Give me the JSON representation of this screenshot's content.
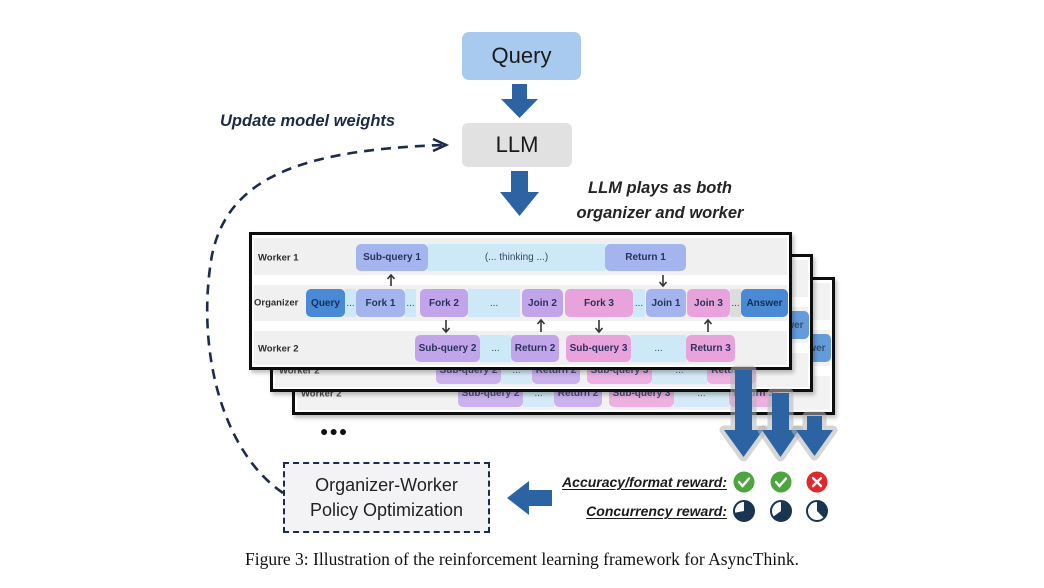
{
  "figure": {
    "query_label": "Query",
    "llm_label": "LLM",
    "update_note": "Update model weights",
    "plays_note_line1": "LLM plays as both",
    "plays_note_line2": "organizer and worker",
    "more_indicator": "●●●",
    "policy_box_line1": "Organizer-Worker",
    "policy_box_line2": "Policy Optimization",
    "caption": "Figure 3: Illustration of the reinforcement learning framework for AsyncThink."
  },
  "timeline": {
    "rows": [
      {
        "label": "Worker 1",
        "cells": [
          {
            "text": "Sub-query 1",
            "kind": "thread1"
          },
          {
            "text": "(... thinking ...)",
            "kind": "idle"
          },
          {
            "text": "Return 1",
            "kind": "thread1"
          }
        ]
      },
      {
        "label": "Organizer",
        "cells": [
          {
            "text": "Query",
            "kind": "io"
          },
          {
            "text": "...",
            "kind": "idle"
          },
          {
            "text": "Fork 1",
            "kind": "thread1"
          },
          {
            "text": "...",
            "kind": "idle"
          },
          {
            "text": "Fork 2",
            "kind": "thread2"
          },
          {
            "text": "...",
            "kind": "idle"
          },
          {
            "text": "Join 2",
            "kind": "thread2"
          },
          {
            "text": "Fork 3",
            "kind": "thread3"
          },
          {
            "text": "...",
            "kind": "idle"
          },
          {
            "text": "Join 1",
            "kind": "thread1"
          },
          {
            "text": "Join 3",
            "kind": "thread3"
          },
          {
            "text": "...",
            "kind": "idle_gray"
          },
          {
            "text": "Answer",
            "kind": "io"
          }
        ]
      },
      {
        "label": "Worker 2",
        "cells": [
          {
            "text": "Sub-query 2",
            "kind": "thread2"
          },
          {
            "text": "...",
            "kind": "idle"
          },
          {
            "text": "Return 2",
            "kind": "thread2"
          },
          {
            "text": "Sub-query 3",
            "kind": "thread3"
          },
          {
            "text": "...",
            "kind": "idle"
          },
          {
            "text": "Return 3",
            "kind": "thread3"
          }
        ]
      }
    ],
    "links": [
      {
        "from": "Fork 1",
        "to": "Sub-query 1",
        "worker": 1,
        "direction": "up"
      },
      {
        "from": "Fork 2",
        "to": "Sub-query 2",
        "worker": 2,
        "direction": "down"
      },
      {
        "from": "Return 2",
        "to": "Join 2",
        "worker": 2,
        "direction": "up"
      },
      {
        "from": "Fork 3",
        "to": "Sub-query 3",
        "worker": 2,
        "direction": "down"
      },
      {
        "from": "Return 1",
        "to": "Join 1",
        "worker": 1,
        "direction": "down"
      },
      {
        "from": "Return 3",
        "to": "Join 3",
        "worker": 2,
        "direction": "up"
      }
    ],
    "rollouts_shown": 3
  },
  "rewards": {
    "accuracy_label": "Accuracy/format reward:",
    "concurrency_label": "Concurrency reward:",
    "accuracy": [
      "correct",
      "correct",
      "incorrect"
    ],
    "concurrency": [
      0.72,
      0.65,
      0.375
    ]
  },
  "colors": {
    "io": "#4a8ad4",
    "thread1": "#a4b4ef",
    "thread2": "#c2a4ea",
    "thread3": "#e9a3dc",
    "idle": "#cde8f6",
    "idle_gray": "#dcdcdc",
    "flow_arrow": "#2c63a2",
    "dashed_path": "#1c2b4d",
    "reward_correct": "#4ca53e",
    "reward_incorrect": "#e2282c",
    "concurrency_fill": "#1a3552"
  }
}
